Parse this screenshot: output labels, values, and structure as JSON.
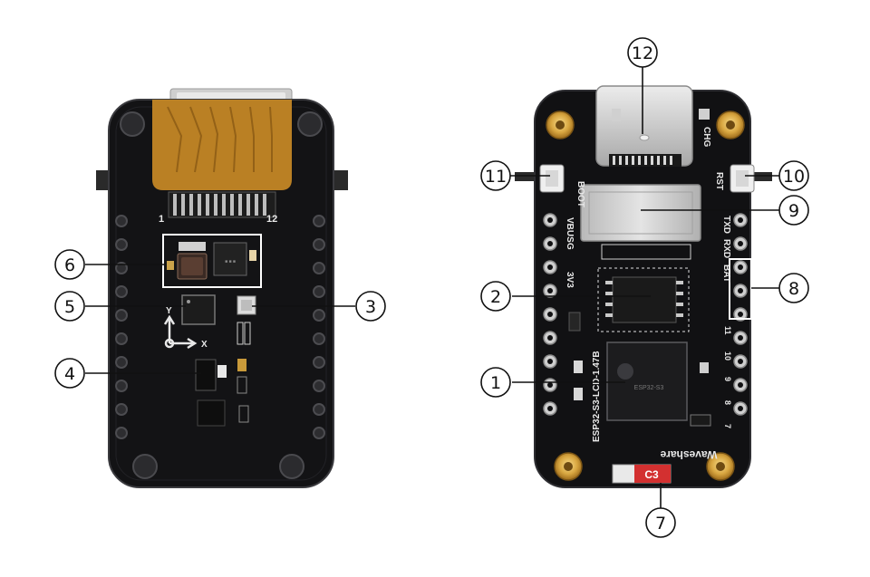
{
  "callouts": [
    {
      "id": "1",
      "label": "1"
    },
    {
      "id": "2",
      "label": "2"
    },
    {
      "id": "3",
      "label": "3"
    },
    {
      "id": "4",
      "label": "4"
    },
    {
      "id": "5",
      "label": "5"
    },
    {
      "id": "6",
      "label": "6"
    },
    {
      "id": "7",
      "label": "7"
    },
    {
      "id": "8",
      "label": "8"
    },
    {
      "id": "9",
      "label": "9"
    },
    {
      "id": "10",
      "label": "10"
    },
    {
      "id": "11",
      "label": "11"
    },
    {
      "id": "12",
      "label": "12"
    }
  ],
  "back_board": {
    "silkscreen": {
      "pin_first": "1",
      "pin_last": "12",
      "axis_x": "X",
      "axis_y": "Y"
    }
  },
  "front_board": {
    "silkscreen": {
      "boot": "BOOT",
      "rst": "RST",
      "chg": "CHG",
      "vbus": "VBUS",
      "g": "G",
      "v3v3": "3V3",
      "txd": "TXD",
      "rxd": "RXD",
      "bat": "BAT",
      "model": "ESP32-S3-LCD-1.47B",
      "brand": "Waveshare",
      "module": "C3",
      "pin_11": "11",
      "pin_10": "10",
      "pin_9": "9",
      "pin_8": "8",
      "pin_7": "7"
    }
  },
  "colors": {
    "pcb": "#111113",
    "gold": "#d8a640",
    "flex": "#d4902a",
    "red": "#d33030",
    "silver": "#c8c8c8"
  }
}
